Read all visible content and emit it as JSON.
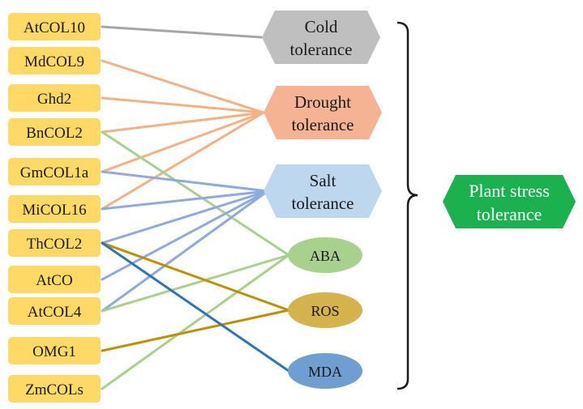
{
  "genes": [
    "AtCOL10",
    "MdCOL9",
    "Ghd2",
    "BnCOL2",
    "GmCOL1a",
    "MiCOL16",
    "ThCOL2",
    "AtCO",
    "AtCOL4",
    "OMG1",
    "ZmCOLs"
  ],
  "categories": [
    {
      "id": "cold",
      "lines": [
        "Cold",
        "tolerance"
      ],
      "color": "#bfbfbf"
    },
    {
      "id": "drought",
      "lines": [
        "Drought",
        "tolerance"
      ],
      "color": "#f6b393"
    },
    {
      "id": "salt",
      "lines": [
        "Salt",
        "tolerance"
      ],
      "color": "#bdd7ee"
    }
  ],
  "factors": [
    {
      "id": "aba",
      "label": "ABA",
      "color": "#a9d18e"
    },
    {
      "id": "ros",
      "label": "ROS",
      "color": "#d4b24c"
    },
    {
      "id": "mda",
      "label": "MDA",
      "color": "#6f9fd0"
    }
  ],
  "outcome": {
    "lines": [
      "Plant stress",
      "tolerance"
    ],
    "color": "#1cb14f"
  },
  "edges": [
    {
      "from": "AtCOL10",
      "to": "cold",
      "color": "#a6a6a6"
    },
    {
      "from": "MdCOL9",
      "to": "drought",
      "color": "#f4b183"
    },
    {
      "from": "Ghd2",
      "to": "drought",
      "color": "#f4b183"
    },
    {
      "from": "BnCOL2",
      "to": "drought",
      "color": "#f4b183"
    },
    {
      "from": "GmCOL1a",
      "to": "drought",
      "color": "#f4b183"
    },
    {
      "from": "MiCOL16",
      "to": "drought",
      "color": "#f4b183"
    },
    {
      "from": "BnCOL2",
      "to": "aba",
      "color": "#a9d18e"
    },
    {
      "from": "GmCOL1a",
      "to": "salt",
      "color": "#8faadc"
    },
    {
      "from": "MiCOL16",
      "to": "salt",
      "color": "#8faadc"
    },
    {
      "from": "ThCOL2",
      "to": "salt",
      "color": "#8faadc"
    },
    {
      "from": "AtCO",
      "to": "salt",
      "color": "#8faadc"
    },
    {
      "from": "AtCOL4",
      "to": "salt",
      "color": "#8faadc"
    },
    {
      "from": "AtCOL4",
      "to": "aba",
      "color": "#a9d18e"
    },
    {
      "from": "ZmCOLs",
      "to": "aba",
      "color": "#a9d18e"
    },
    {
      "from": "ThCOL2",
      "to": "ros",
      "color": "#bf9000"
    },
    {
      "from": "OMG1",
      "to": "ros",
      "color": "#bf9000"
    },
    {
      "from": "ThCOL2",
      "to": "mda",
      "color": "#2e75b6"
    }
  ],
  "gene_box_color": "#ffd966"
}
